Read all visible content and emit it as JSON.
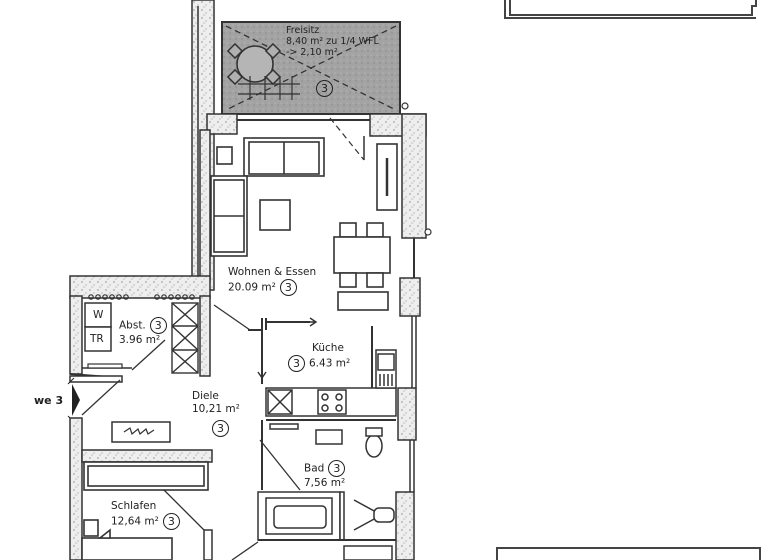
{
  "plan": {
    "unit_number_marker": "3",
    "entrance_label": "we 3",
    "rooms": [
      {
        "name": "Freisitz",
        "area": "8,40 m²",
        "note1": "zu 1/4 WFL",
        "note2": "-> 2,10 m²",
        "unit": "3"
      },
      {
        "name": "Wohnen & Essen",
        "area": "20.09 m²",
        "unit": "3"
      },
      {
        "name": "Abst.",
        "area": "3.96 m²",
        "unit": "3"
      },
      {
        "name": "Küche",
        "area": "6.43 m²",
        "unit": "3"
      },
      {
        "name": "Diele",
        "area": "10,21 m²",
        "unit": "3"
      },
      {
        "name": "Bad",
        "area": "7,56 m²",
        "unit": "3"
      },
      {
        "name": "Schlafen",
        "area": "12,64 m²",
        "unit": "3"
      }
    ],
    "appliances": {
      "washer": "W",
      "dryer": "TR"
    }
  },
  "colors": {
    "wall_fill": "#e6e6e6",
    "line": "#2a2a2a",
    "terrace": "#9a9a9a"
  }
}
